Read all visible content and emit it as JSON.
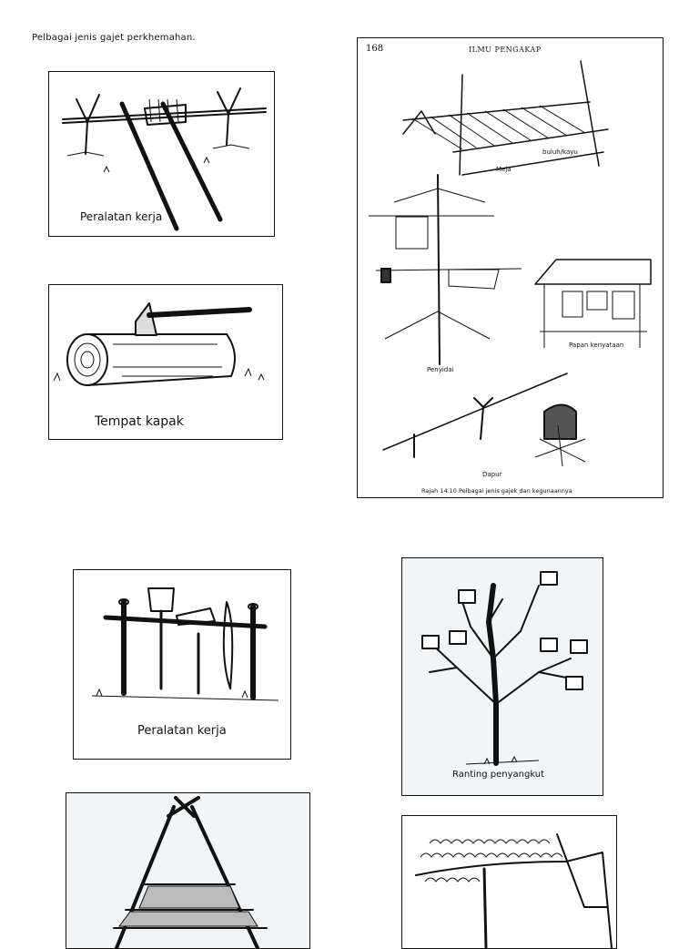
{
  "page": {
    "title": "Pelbagai jenis gajet perkhemahan."
  },
  "figures": {
    "tools_1": {
      "caption": "Peralatan kerja"
    },
    "axe": {
      "caption": "Tempat kapak"
    },
    "book": {
      "page_number": "168",
      "header": "ILMU PENGAKAP",
      "labels": {
        "table": "Meja",
        "material": "buluh/kayu",
        "drying_rack": "Penyidai",
        "notice_board": "Papan kenyataan",
        "stove": "Dapur"
      },
      "caption": "Rajah 14.10  Pelbagai jenis gajek dan kegunaannya"
    },
    "tools_2": {
      "caption": "Peralatan kerja"
    },
    "branch": {
      "caption": "Ranting penyangkut"
    }
  }
}
